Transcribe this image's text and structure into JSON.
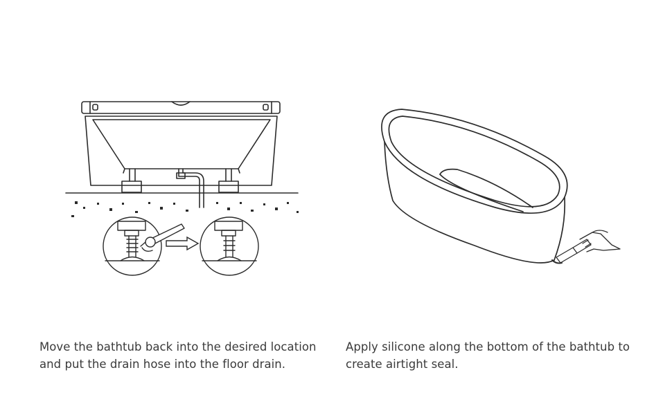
{
  "steps": [
    {
      "caption_line1": "Move the bathtub back into the desired location",
      "caption_line2": "and put the drain hose into the floor drain."
    },
    {
      "caption_line1": "Apply silicone along the bottom of the bathtub to",
      "caption_line2": "create airtight seal."
    }
  ],
  "colors": {
    "stroke": "#2b2b2b",
    "text": "#3a3a3a",
    "background": "#ffffff"
  },
  "icons": [
    "bathtub-front-icon",
    "drain-pipe-icon",
    "floor-debris-icon",
    "adjustable-foot-icon",
    "wrench-icon",
    "arrow-right-icon",
    "bathtub-oval-icon",
    "silicone-gun-icon"
  ]
}
